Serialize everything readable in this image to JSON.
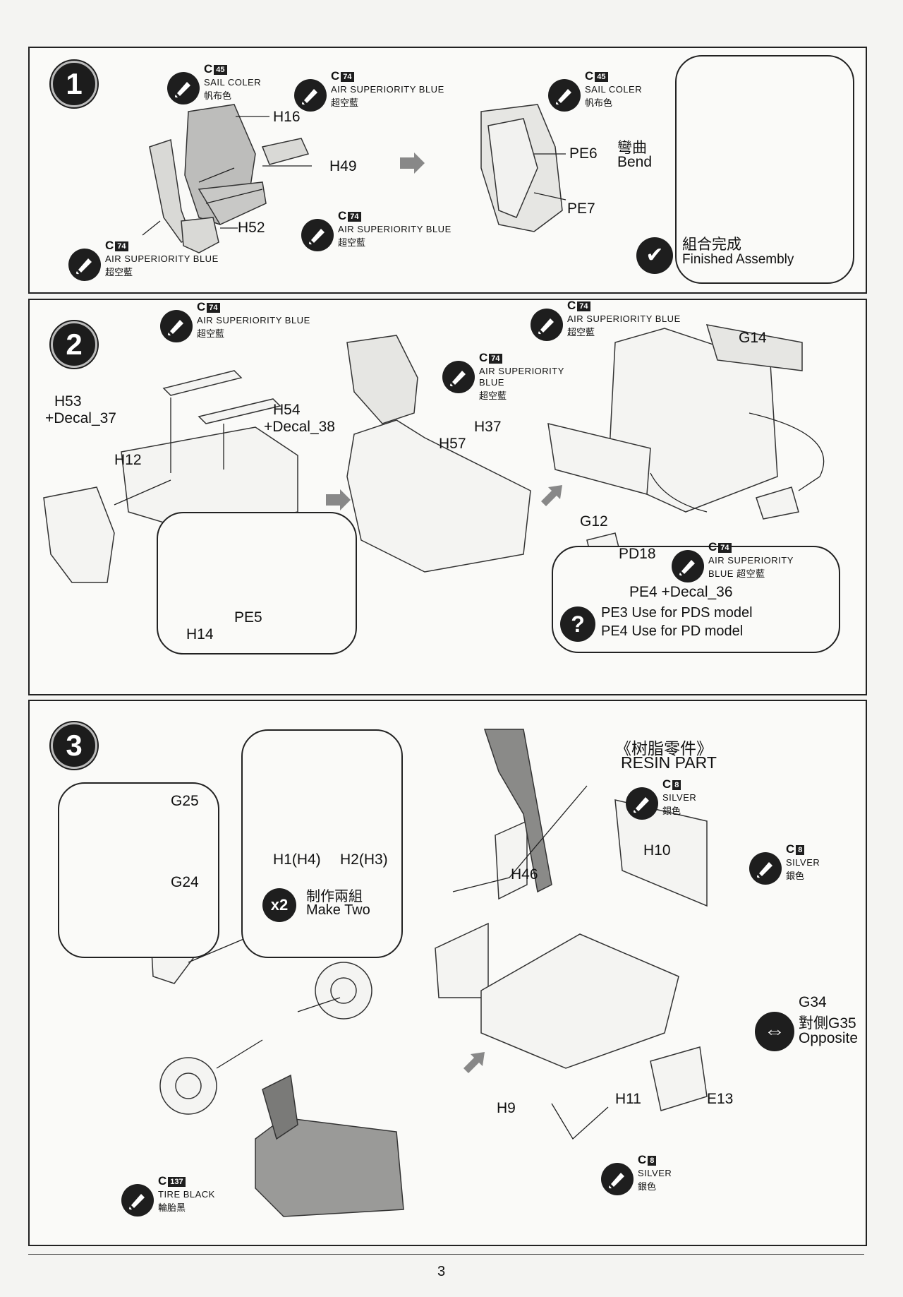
{
  "page_number": "3",
  "step1": {
    "number": "1",
    "paints": [
      {
        "code": "C",
        "num": "45",
        "name": "SAIL COLER",
        "zh": "帆布色"
      },
      {
        "code": "C",
        "num": "74",
        "name": "AIR SUPERIORITY BLUE",
        "zh": "超空藍"
      },
      {
        "code": "C",
        "num": "74",
        "name": "AIR SUPERIORITY BLUE",
        "zh": "超空藍"
      },
      {
        "code": "C",
        "num": "74",
        "name": "AIR SUPERIORITY BLUE",
        "zh": "超空藍"
      },
      {
        "code": "C",
        "num": "45",
        "name": "SAIL COLER",
        "zh": "帆布色"
      }
    ],
    "parts": {
      "h16": "H16",
      "h49": "H49",
      "h52": "H52",
      "pe6": "PE6",
      "pe7": "PE7"
    },
    "bend_zh": "彎曲",
    "bend_en": "Bend",
    "finished_zh": "組合完成",
    "finished_en": "Finished Assembly"
  },
  "step2": {
    "number": "2",
    "paints": [
      {
        "code": "C",
        "num": "74",
        "name": "AIR SUPERIORITY BLUE",
        "zh": "超空藍"
      },
      {
        "code": "C",
        "num": "74",
        "name": "AIR SUPERIORITY BLUE",
        "zh": "超空藍"
      },
      {
        "code": "C",
        "num": "74",
        "name": "AIR SUPERIORITY",
        "name2": "BLUE",
        "zh": "超空藍"
      },
      {
        "code": "C",
        "num": "74",
        "name": "AIR SUPERIORITY",
        "name2": "BLUE 超空藍"
      }
    ],
    "parts": {
      "h53": "H53",
      "decal37": "+Decal_37",
      "h54": "H54",
      "decal38": "+Decal_38",
      "h12": "H12",
      "h14": "H14",
      "pe5": "PE5",
      "h57": "H57",
      "h37": "H37",
      "g14": "G14",
      "g12": "G12",
      "pd18": "PD18",
      "pe4": "PE4 +Decal_36"
    },
    "note1": "PE3 Use for PDS model",
    "note2": "PE4 Use for PD model",
    "note_icon": "?"
  },
  "step3": {
    "number": "3",
    "paints": [
      {
        "code": "C",
        "num": "8",
        "name": "SILVER",
        "zh": "銀色"
      },
      {
        "code": "C",
        "num": "8",
        "name": "SILVER",
        "zh": "銀色"
      },
      {
        "code": "C",
        "num": "8",
        "name": "SILVER",
        "zh": "銀色"
      },
      {
        "code": "C",
        "num": "137",
        "name": "TIRE BLACK",
        "zh": "輪胎黑"
      }
    ],
    "parts": {
      "g25": "G25",
      "g24": "G24",
      "h1": "H1(H4)",
      "h2": "H2(H3)",
      "h10": "H10",
      "h46": "H46",
      "g34": "G34",
      "g35": "對側G35",
      "opposite": "Opposite",
      "h9": "H9",
      "h11": "H11",
      "e13": "E13"
    },
    "make_two_zh": "制作兩組",
    "make_two_en": "Make Two",
    "x2": "x2",
    "resin_zh": "《树脂零件》",
    "resin_en": "RESIN PART"
  }
}
